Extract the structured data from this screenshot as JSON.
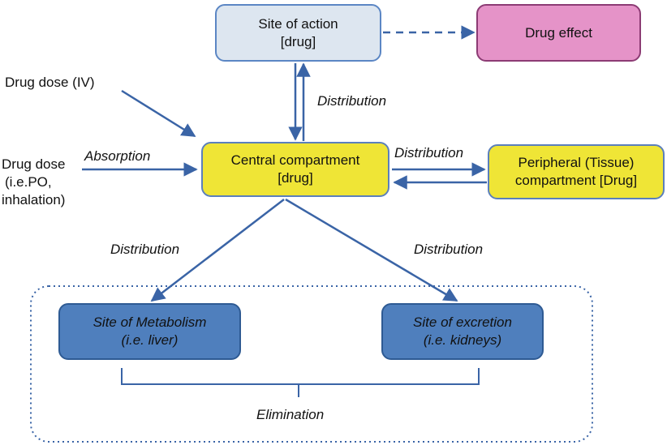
{
  "nodes": {
    "site_of_action": {
      "line1": "Site of action",
      "line2": "[drug]"
    },
    "drug_effect": {
      "label": "Drug effect"
    },
    "central": {
      "line1": "Central compartment",
      "line2": "[drug]"
    },
    "peripheral": {
      "line1": "Peripheral (Tissue)",
      "line2": "compartment [Drug]"
    },
    "metabolism": {
      "line1": "Site of Metabolism",
      "line2": "(i.e. liver)"
    },
    "excretion": {
      "line1": "Site of excretion",
      "line2": "(i.e. kidneys)"
    }
  },
  "inputs": {
    "iv_dose": "Drug dose (IV)",
    "po_dose": {
      "line1": "Drug dose",
      "line2": "(i.e.PO,",
      "line3": "inhalation)"
    }
  },
  "edge_labels": {
    "absorption": "Absorption",
    "distribution_top": "Distribution",
    "distribution_right": "Distribution",
    "distribution_left": "Distribution",
    "distribution_lower_right": "Distribution",
    "elimination": "Elimination"
  },
  "colors": {
    "arrow": "#3a64a6",
    "yellow_box": "#efe536",
    "blue_box": "#4f7fbd",
    "pink_box": "#e593c8",
    "light_box": "#dde6f0"
  }
}
